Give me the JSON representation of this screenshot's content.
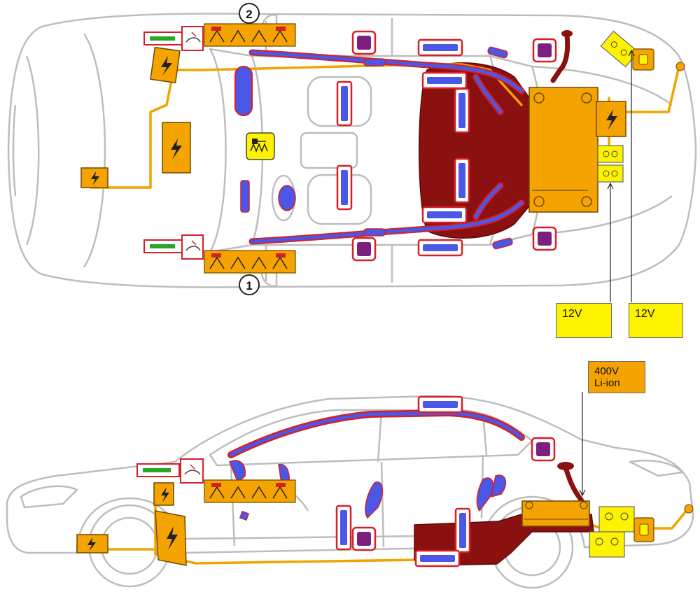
{
  "callouts": {
    "front_left": "1",
    "front_right": "2"
  },
  "labels": {
    "battery_12v_a": "12V",
    "battery_12v_b": "12V",
    "hv_battery_line1": "400V",
    "hv_battery_line2": "Li-ion"
  },
  "colors": {
    "car_outline": "#bdbdbd",
    "hv_orange": "#f5a300",
    "hv_cable": "#f0a400",
    "airbag_blue": "#4b57e6",
    "airbag_red": "#d61f26",
    "reinforce_maroon": "#8b1010",
    "tensioner_purple": "#7d1f7d",
    "battery_12v_yellow": "#fdf200",
    "label_yellow": "#fdf200"
  },
  "icons": {
    "hv_component": "lightning-icon",
    "airbag_control": "airbag-control-unit-icon",
    "belt_tensioner": "belt-tensioner-icon",
    "gas_strut": "gas-strut-icon",
    "hood_lift": "hood-lift-icon",
    "battery": "battery-icon",
    "fuse": "fuse-icon"
  }
}
